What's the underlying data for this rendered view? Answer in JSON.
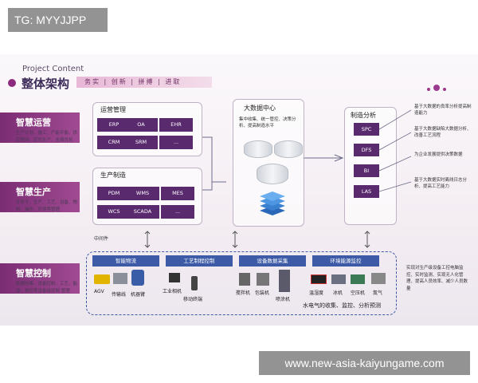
{
  "watermark_top": "TG: MYYJJPP",
  "watermark_bottom": "www.new-asia-kaiyungame.com",
  "header": {
    "en": "Project Content",
    "title": "整体架构",
    "banner": "务实 | 创新 | 拼搏 | 进取"
  },
  "sides": [
    {
      "title": "智慧运营",
      "desc": "生产计划、施工、产能平衡、供应预测、控优生产、全局优化"
    },
    {
      "title": "智慧生产",
      "desc": "任务令、生产、工艺、设备、物料、操作、环境等管理"
    },
    {
      "title": "智慧控制",
      "desc": "数据收集、设备控制、工艺、能源、预形等设备级控制 管理"
    }
  ],
  "ops": {
    "title": "运营管理",
    "modules": [
      "ERP",
      "OA",
      "EHR",
      "CRM",
      "SRM",
      "..."
    ]
  },
  "prod": {
    "title": "生产制造",
    "modules": [
      "PDM",
      "WMS",
      "MES",
      "WCS",
      "SCADA",
      "..."
    ]
  },
  "middleware": "中间件",
  "bigdata": {
    "title": "大数据中心",
    "desc": "集中收集、统一管控、决策分析、提高制造水平"
  },
  "analysis": {
    "title": "制造分析",
    "modules": [
      "SPC",
      "DFS",
      "BI",
      "LAS"
    ],
    "descs": [
      "基于大数据的良率分析提高制造能力",
      "基于大数据缺陷大数据分析、改善工艺流程",
      "为企业发展提供决策数据",
      "基于大数据实时离线日志分析、提高工艺能力"
    ]
  },
  "control": {
    "bars": [
      "智能物流",
      "工艺制程控制",
      "设备数据采集",
      "环境能源监控"
    ],
    "equipment": [
      "AGV",
      "传输线",
      "机器臂",
      "工业相机",
      "移动终端",
      "搅拌机",
      "包装机",
      "喷涂机",
      "温湿度",
      "冰机",
      "空压机",
      "氮气"
    ],
    "env_note": "水电气的收集、监控、分析预测",
    "right_desc": "实现对生产级设备工控电脑监控、实时监测、实现无人化管理、提高人员效率、减少人员数量"
  },
  "colors": {
    "accent": "#7b2d73",
    "module": "#5a2a6e",
    "bar": "#3c5aa6"
  }
}
